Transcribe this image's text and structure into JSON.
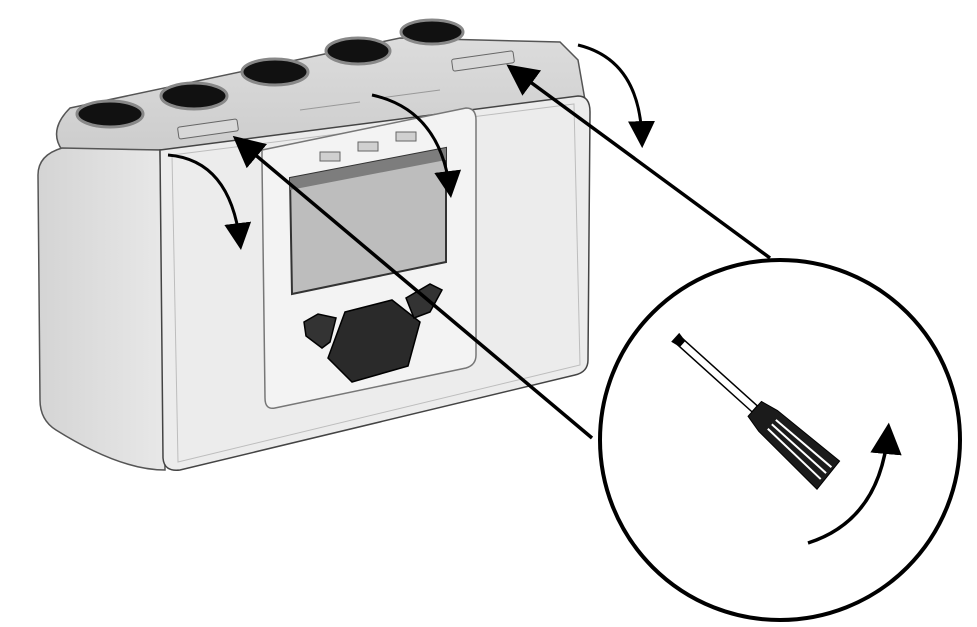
{
  "figure": {
    "kind": "instruction-illustration",
    "subject": "enclosure-front-cover-removal",
    "colors": {
      "housing": "#e6e6e6",
      "housing_side": "#cfcfcf",
      "cover": "#ededed",
      "outline": "#000000",
      "dark_part": "#2a2a2a"
    },
    "icons": [
      "screwdriver-icon",
      "rotate-arrow-icon",
      "curved-arrow-icon",
      "pointer-line"
    ],
    "text": []
  }
}
